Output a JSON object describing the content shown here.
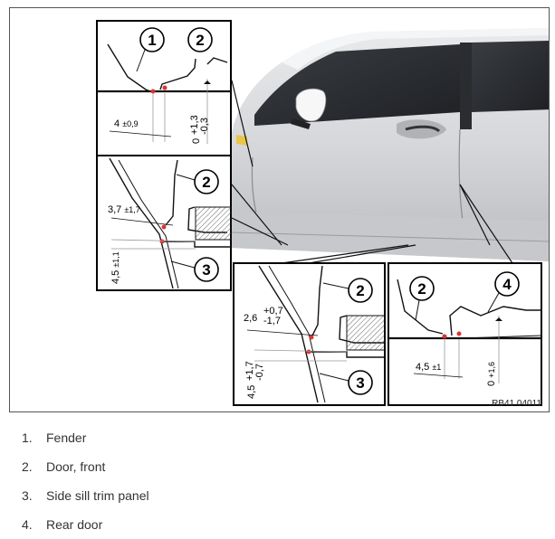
{
  "figure": {
    "reference_code": "RB41 04011",
    "panels": [
      {
        "id": "top-left",
        "callouts": [
          "1",
          "2"
        ],
        "dim_a": {
          "value": "4",
          "tol": "±0,9"
        },
        "dim_b": {
          "value": "0",
          "tol_plus": "+1,3",
          "tol_minus": "-0,3"
        }
      },
      {
        "id": "middle-left",
        "callouts": [
          "2",
          "3"
        ],
        "dim_a": {
          "value": "3,7",
          "tol": "±1,7"
        },
        "dim_b": {
          "value": "4,5",
          "tol": "±1,1"
        }
      },
      {
        "id": "bottom-center",
        "callouts": [
          "2",
          "3"
        ],
        "dim_a": {
          "value": "2,6",
          "tol_plus": "+0,7",
          "tol_minus": "-1,7"
        },
        "dim_b": {
          "value": "4,5",
          "tol_plus": "+1,7",
          "tol_minus": "-0,7"
        }
      },
      {
        "id": "bottom-right",
        "callouts": [
          "2",
          "4"
        ],
        "dim_a": {
          "value": "4,5",
          "tol": "±1"
        },
        "dim_b": {
          "value": "0",
          "tol": "+1,6"
        }
      }
    ]
  },
  "legend": [
    {
      "num": "1.",
      "label": "Fender"
    },
    {
      "num": "2.",
      "label": "Door, front"
    },
    {
      "num": "3.",
      "label": "Side sill trim panel"
    },
    {
      "num": "4.",
      "label": "Rear door"
    }
  ]
}
